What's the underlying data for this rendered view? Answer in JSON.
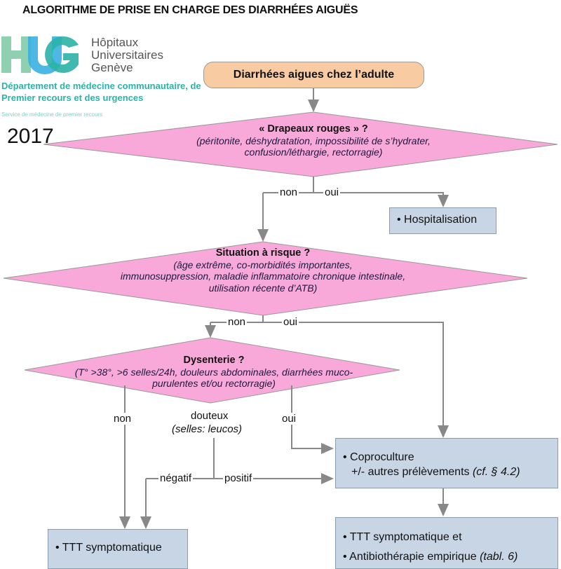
{
  "title": "ALGORITHME DE PRISE EN CHARGE DES DIARRHÉES AIGUËS",
  "logo": {
    "mark": "HUG",
    "name_lines": [
      "Hôpitaux",
      "Universitaires",
      "Genève"
    ]
  },
  "department": [
    "Département de médecine communautaire, de",
    "Premier recours et des urgences"
  ],
  "service": "Service de médecine de premier recours",
  "year": "2017",
  "colors": {
    "start": "#f9cba2",
    "decision": "#f9a9d9",
    "action": "#c8d5e5",
    "teal": "#2bb3a8"
  },
  "start": "Diarrhées aigues chez l’adulte",
  "decision1": {
    "title": "« Drapeaux rouges » ?",
    "lines": [
      "(péritonite, déshydratation, impossibilité de s’hydrater,",
      "confusion/léthargie, rectorragie)"
    ],
    "no": "non",
    "yes": "oui"
  },
  "hospitalisation": "Hospitalisation",
  "decision2": {
    "title": "Situation à risque ?",
    "lines": [
      "(âge extrême, co-morbidités importantes,",
      "immunosuppression, maladie inflammatoire chronique intestinale,",
      "utilisation récente d’ATB)"
    ],
    "no": "non",
    "yes": "oui"
  },
  "decision3": {
    "title": "Dysenterie ?",
    "lines": [
      "(T° >38°, >6 selles/24h, douleurs abdominales, diarrhées muco-",
      "purulentes et/ou rectorragie)"
    ],
    "no": "non",
    "doubtful": "douteux",
    "doubtful_note": "(selles: leucos)",
    "yes": "oui"
  },
  "stool": {
    "negative": "négatif",
    "positive": "positif"
  },
  "coproculture": {
    "line1": "Coproculture",
    "line2": "+/- autres prélèvements ",
    "ref": "(cf. § 4.2)"
  },
  "ttt_left": "TTT symptomatique",
  "ttt_right": {
    "line1": "TTT symptomatique et",
    "line2": "Antibiothérapie empirique ",
    "ref": "(tabl. 6)"
  }
}
